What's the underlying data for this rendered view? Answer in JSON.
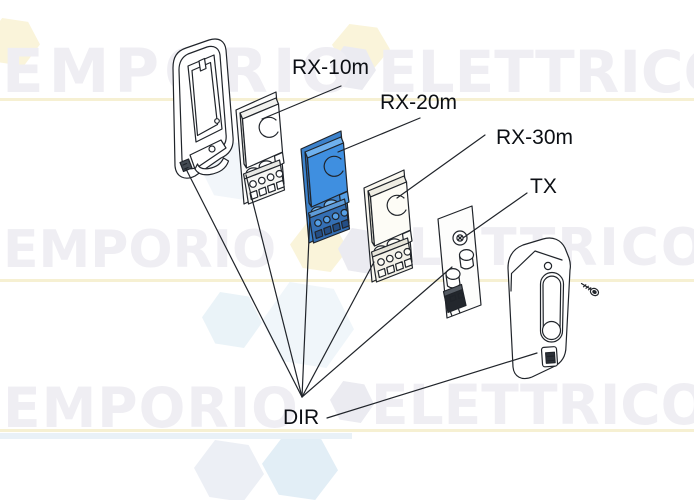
{
  "diagram": {
    "labels": {
      "rx10m": "RX-10m",
      "rx20m": "RX-20m",
      "rx30m": "RX-30m",
      "tx": "TX",
      "dir": "DIR"
    }
  },
  "watermark": {
    "word_left": "EMPORIO",
    "word_right": "ELETTRICO"
  },
  "colors": {
    "highlight": "#3f8fe0",
    "line": "#20242a",
    "wm_text": "#efeef3",
    "wm_underline": "#f6f0d2",
    "wm_hex_yellow": "#faf4da",
    "wm_hex_blue": "#e2eef6",
    "wm_hex_gray": "#ebebf1"
  }
}
